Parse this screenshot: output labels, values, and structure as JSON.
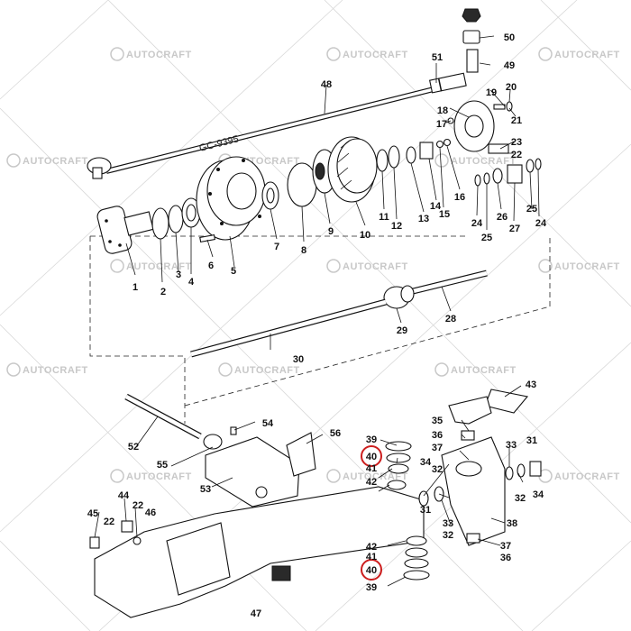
{
  "watermark": {
    "text": "AUTOCRAFT"
  },
  "stamp": {
    "text": "GC-9395"
  },
  "highlight_color": "#cc1e1e",
  "part_numbers": {
    "p1": "1",
    "p2": "2",
    "p3": "3",
    "p4": "4",
    "p5": "5",
    "p6": "6",
    "p7": "7",
    "p8": "8",
    "p9": "9",
    "p10": "10",
    "p11": "11",
    "p12": "12",
    "p13": "13",
    "p14": "14",
    "p15": "15",
    "p16": "16",
    "p17": "17",
    "p18": "18",
    "p19": "19",
    "p20": "20",
    "p21": "21",
    "p22": "22",
    "p23": "23",
    "p24": "24",
    "p25": "25",
    "p26": "26",
    "p27": "27",
    "p28": "28",
    "p29": "29",
    "p30": "30",
    "p31": "31",
    "p32": "32",
    "p33": "33",
    "p34": "34",
    "p35": "35",
    "p36": "36",
    "p37": "37",
    "p38": "38",
    "p39": "39",
    "p40": "40",
    "p41": "41",
    "p42": "42",
    "p43": "43",
    "p44": "44",
    "p45": "45",
    "p46": "46",
    "p47": "47",
    "p48": "48",
    "p49": "49",
    "p50": "50",
    "p51": "51",
    "p52": "52",
    "p53": "53",
    "p54": "54",
    "p55": "55",
    "p56": "56"
  }
}
